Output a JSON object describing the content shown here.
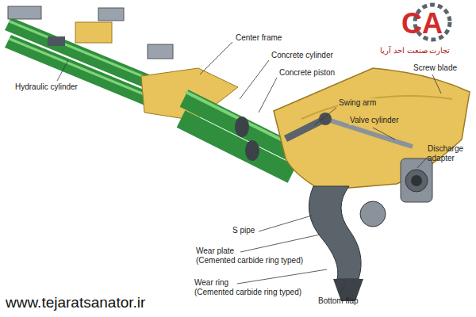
{
  "diagram": {
    "labels": [
      "CA",
      "تجارت صنعت احد آریا",
      "Hydraulic cylinder",
      "Center frame",
      "Concrete cylinder",
      "Concrete piston",
      "Screw blade",
      "Swing arm",
      "Valve cylinder",
      "Discharge adapter",
      "S pipe",
      "Wear plate",
      "(Cemented carbide ring typed)",
      "Wear ring",
      "(Cemented carbide ring typed)",
      "Bottom flap",
      "www.tejaratsanator.ir"
    ]
  }
}
